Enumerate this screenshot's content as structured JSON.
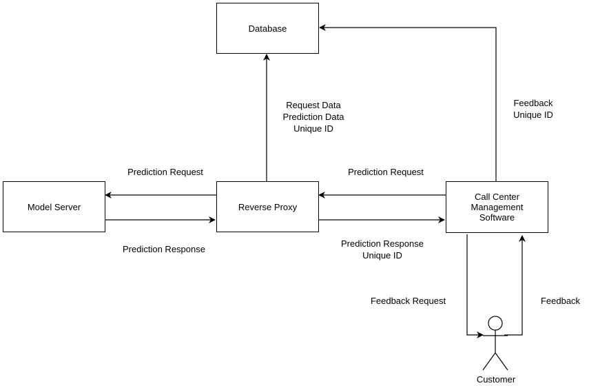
{
  "colors": {
    "stroke": "#000000",
    "fill": "#ffffff",
    "text": "#000000"
  },
  "nodes": {
    "database": "Database",
    "model_server": "Model Server",
    "reverse_proxy": "Reverse Proxy",
    "call_center": [
      "Call Center",
      "Management",
      "Software"
    ],
    "customer": "Customer"
  },
  "edges": {
    "proxy_to_model": "Prediction Request",
    "model_to_proxy": "Prediction Response",
    "proxy_to_db": [
      "Request Data",
      "Prediction Data",
      "Unique ID"
    ],
    "callcenter_to_proxy": "Prediction Request",
    "proxy_to_callcenter": [
      "Prediction Response",
      "Unique ID"
    ],
    "callcenter_to_db": [
      "Feedback",
      "Unique ID"
    ],
    "callcenter_to_customer": "Feedback Request",
    "customer_to_callcenter": "Feedback"
  },
  "icons": {
    "customer": "actor-stick-figure-icon"
  }
}
